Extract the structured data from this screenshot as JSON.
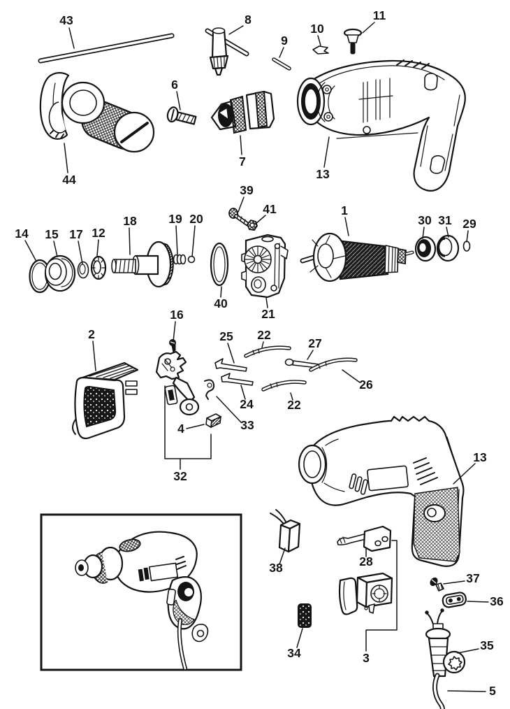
{
  "figure": {
    "description": "Exploded parts diagram of an electric drill with numbered callouts",
    "background": "#ffffff",
    "line_color": "#141414"
  },
  "labels": {
    "p43": "43",
    "p8": "8",
    "p9": "9",
    "p10": "10",
    "p11": "11",
    "p6": "6",
    "p7": "7",
    "p13_top": "13",
    "p44": "44",
    "p14": "14",
    "p15": "15",
    "p17": "17",
    "p12": "12",
    "p18": "18",
    "p19": "19",
    "p20": "20",
    "p39": "39",
    "p41": "41",
    "p1": "1",
    "p30": "30",
    "p31": "31",
    "p29": "29",
    "p40": "40",
    "p21": "21",
    "p16": "16",
    "p2": "2",
    "p25": "25",
    "p22_top": "22",
    "p27": "27",
    "p26": "26",
    "p24": "24",
    "p22_bottom": "22",
    "p33": "33",
    "p4": "4",
    "p32": "32",
    "p13_bottom": "13",
    "p38": "38",
    "p28": "28",
    "p34": "34",
    "p3": "3",
    "p37": "37",
    "p36": "36",
    "p35": "35",
    "p5": "5"
  }
}
